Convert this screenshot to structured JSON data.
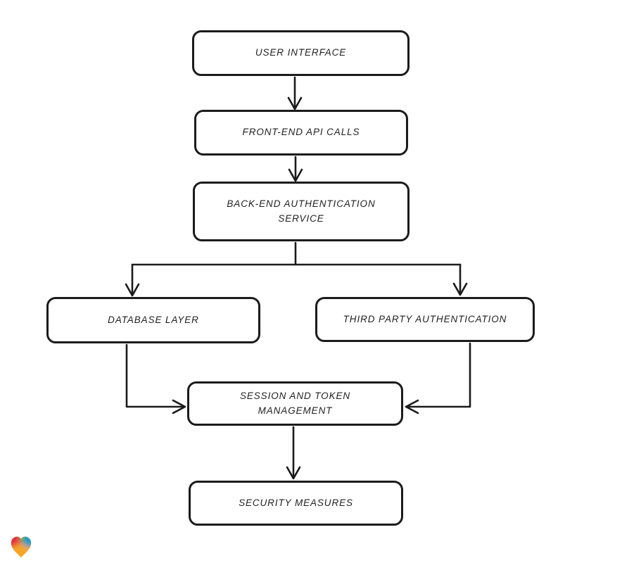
{
  "diagram": {
    "type": "flowchart",
    "background_color": "#ffffff",
    "stroke_color": "#1b1b1b",
    "node_fill_color": "#ffffff",
    "nodes": [
      {
        "id": "user-interface",
        "label": "USER INTERFACE"
      },
      {
        "id": "front-end-api-calls",
        "label": "FRONT-END API CALLS"
      },
      {
        "id": "back-end-authentication-service",
        "label": "BACK-END AUTHENTICATION\nSERVICE"
      },
      {
        "id": "database-layer",
        "label": "DATABASE LAYER"
      },
      {
        "id": "third-party-authentication",
        "label": "THIRD PARTY AUTHENTICATION"
      },
      {
        "id": "session-and-token-management",
        "label": "SESSION AND TOKEN\nMANAGEMENT"
      },
      {
        "id": "security-measures",
        "label": "SECURITY MEASURES"
      }
    ],
    "edges": [
      {
        "from": "user-interface",
        "to": "front-end-api-calls"
      },
      {
        "from": "front-end-api-calls",
        "to": "back-end-authentication-service"
      },
      {
        "from": "back-end-authentication-service",
        "to": "database-layer"
      },
      {
        "from": "back-end-authentication-service",
        "to": "third-party-authentication"
      },
      {
        "from": "database-layer",
        "to": "session-and-token-management"
      },
      {
        "from": "third-party-authentication",
        "to": "session-and-token-management"
      },
      {
        "from": "session-and-token-management",
        "to": "security-measures"
      }
    ]
  },
  "branding": {
    "logo": "heart-icon",
    "logo_colors": {
      "red": "#e8273c",
      "blue": "#129ad6",
      "green": "#2fae60",
      "orange": "#f6a623"
    }
  }
}
